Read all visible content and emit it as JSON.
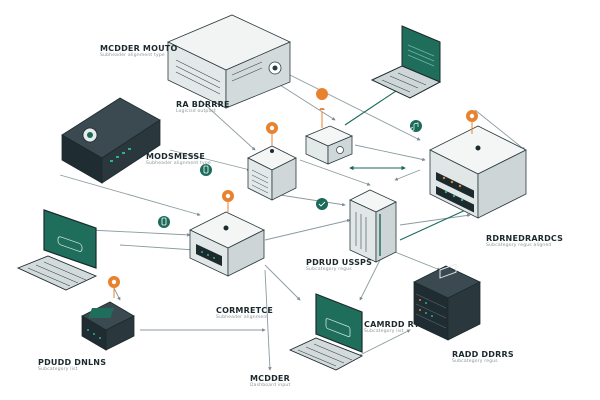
{
  "labels": {
    "top_left": {
      "title": "MCDDER MOUTO",
      "sub": "Subheader alignment type"
    },
    "mid_top_left": {
      "title": "RA BDRRRE",
      "sub": "Logicisd outpost"
    },
    "left_middle": {
      "title": "MODSMESSE",
      "sub": "Subheader alignment type"
    },
    "center_bottom": {
      "title": "PDRUD USSPS",
      "sub": "Subcategory regus"
    },
    "right_middle": {
      "title": "RDRNEDRARDCS",
      "sub": "Subcategory regus aligned"
    },
    "bottom_center": {
      "title": "CORMRETCE",
      "sub": "Subheader alignment"
    },
    "bottom_right_laptop": {
      "title": "CAMRDD RY",
      "sub": "Subcategory list"
    },
    "bottom_left": {
      "title": "PDUDD DNLNS",
      "sub": "Subcategory list"
    },
    "bottom_center2": {
      "title": "MCDDER",
      "sub": "Dashboard input"
    },
    "bottom_right": {
      "title": "RADD DDRRS",
      "sub": "Subcategory regus"
    }
  },
  "colors": {
    "teal": "#1b6a5a",
    "orange": "#e8822f",
    "green_screen": "#1f6e5c",
    "outline": "#2b3b40",
    "link": "#8b9ba1"
  }
}
